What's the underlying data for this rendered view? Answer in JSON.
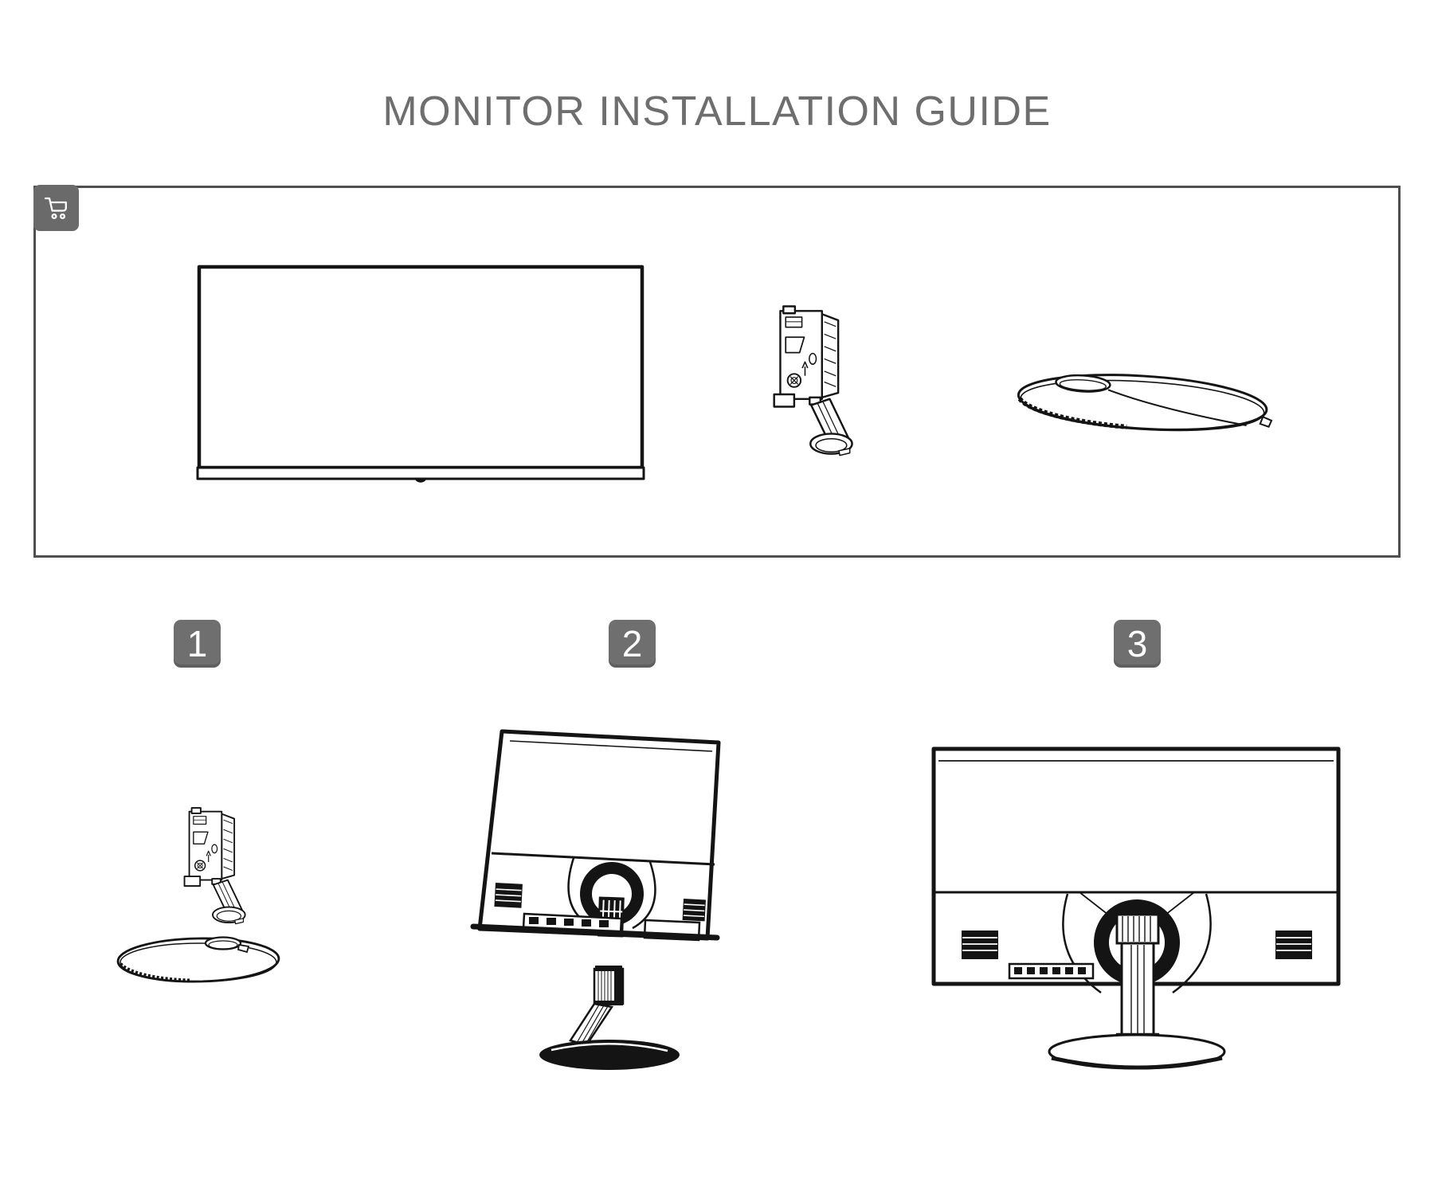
{
  "page": {
    "title": "MONITOR INSTALLATION GUIDE"
  },
  "colors": {
    "title_text": "#6e6e6e",
    "badge_bg": "#6f6f6f",
    "badge_text": "#ffffff",
    "cart_badge_bg": "#6a6a6a",
    "cart_icon": "#ffffff",
    "line_art": "#141414",
    "box_border": "#4f4f4f",
    "background": "#ffffff"
  },
  "parts_box": {
    "icon": "shopping-cart-icon",
    "parts": [
      {
        "name": "monitor-panel-front"
      },
      {
        "name": "stand-arm"
      },
      {
        "name": "base-plate"
      }
    ]
  },
  "steps": [
    {
      "number": "1",
      "illustration": "stand-arm-above-base-plate"
    },
    {
      "number": "2",
      "illustration": "attach-stand-assembly-to-monitor-back"
    },
    {
      "number": "3",
      "illustration": "assembled-monitor-rear-view"
    }
  ]
}
